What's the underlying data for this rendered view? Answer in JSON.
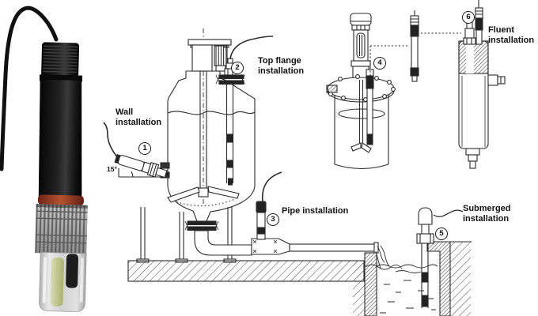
{
  "diagram": {
    "callouts": [
      {
        "number": "1",
        "label_lines": [
          "Wall",
          "installation"
        ]
      },
      {
        "number": "2",
        "label_lines": [
          "Top flange",
          "installation"
        ]
      },
      {
        "number": "3",
        "label_lines": [
          "Pipe installation"
        ]
      },
      {
        "number": "4",
        "label_lines": []
      },
      {
        "number": "5",
        "label_lines": [
          "Submerged",
          "installation"
        ]
      },
      {
        "number": "6",
        "label_lines": [
          "Fluent",
          "installation"
        ]
      }
    ],
    "wall_angle": "15°"
  },
  "colors": {
    "diagram_line": "#2b2b2b",
    "label_text": "#111111",
    "probe_body": "#141414",
    "probe_o_ring": "#a84a2d",
    "glass_electrode": "#c3c98f"
  }
}
